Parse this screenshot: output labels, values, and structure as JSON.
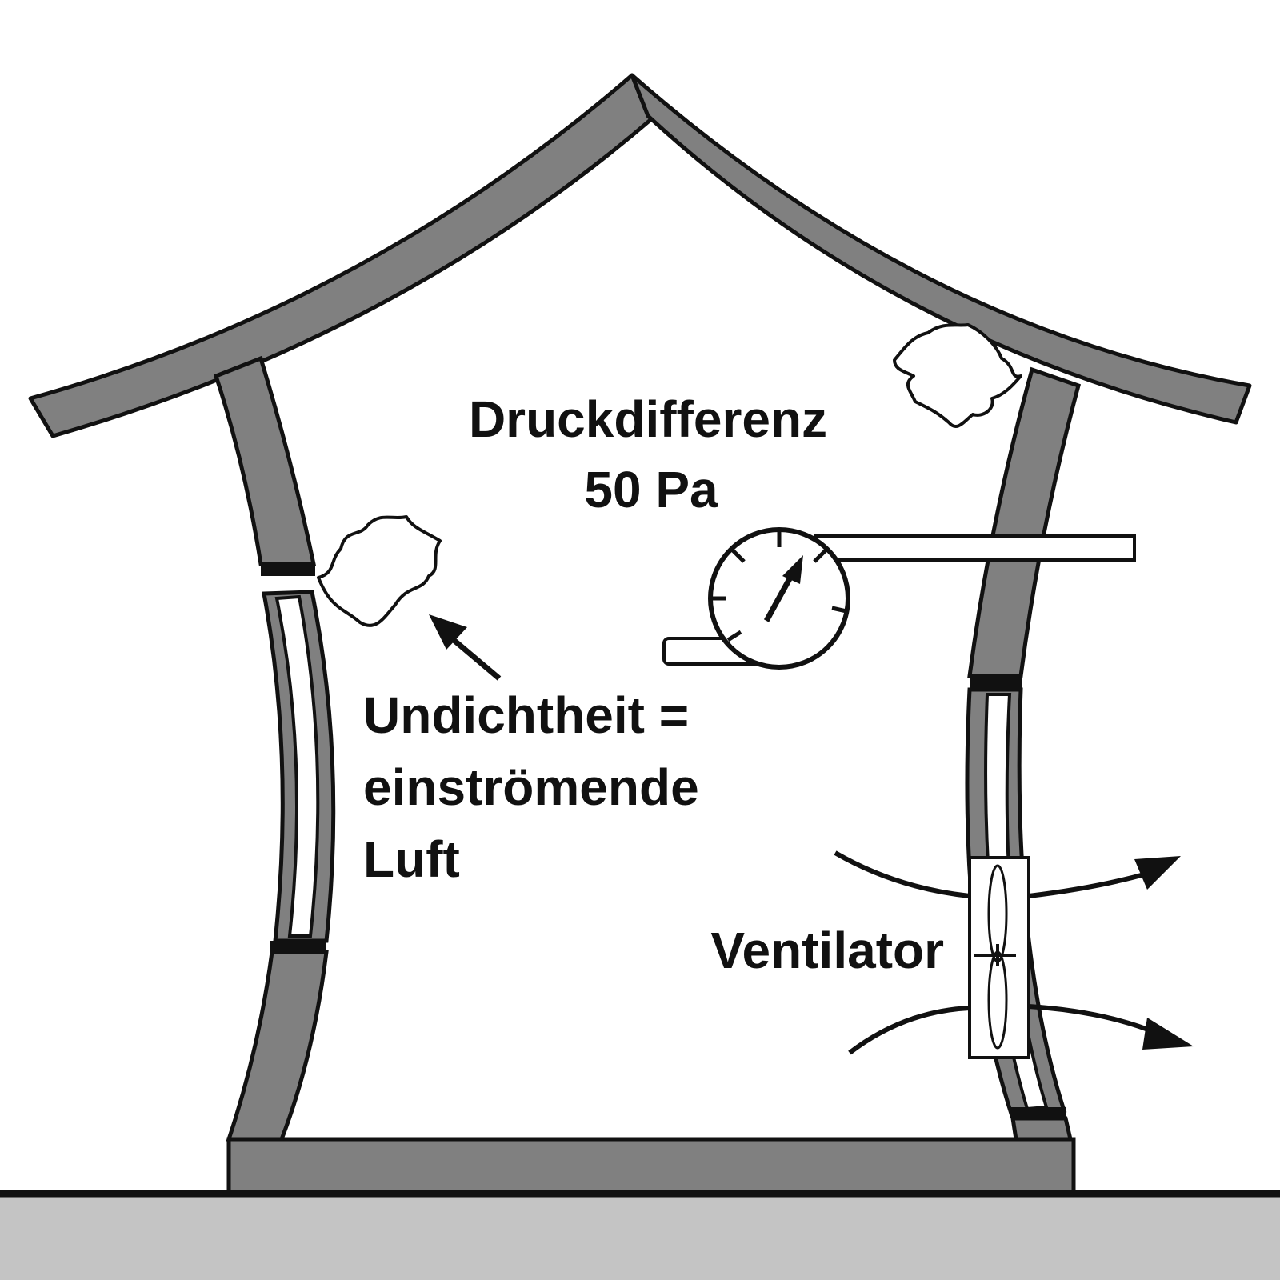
{
  "diagram": {
    "labels": {
      "pressure": [
        "Druckdifferenz",
        "50 Pa"
      ],
      "leak": [
        "Undichtheit =",
        "einströmende",
        "Luft"
      ],
      "fan": "Ventilator"
    },
    "colors": {
      "wall": "#808080",
      "ground": "#c4c4c4",
      "outline": "#111111",
      "background": "#ffffff"
    },
    "icons": [
      "pressure-gauge-icon",
      "fan-icon",
      "leak-cloud-icon"
    ]
  }
}
